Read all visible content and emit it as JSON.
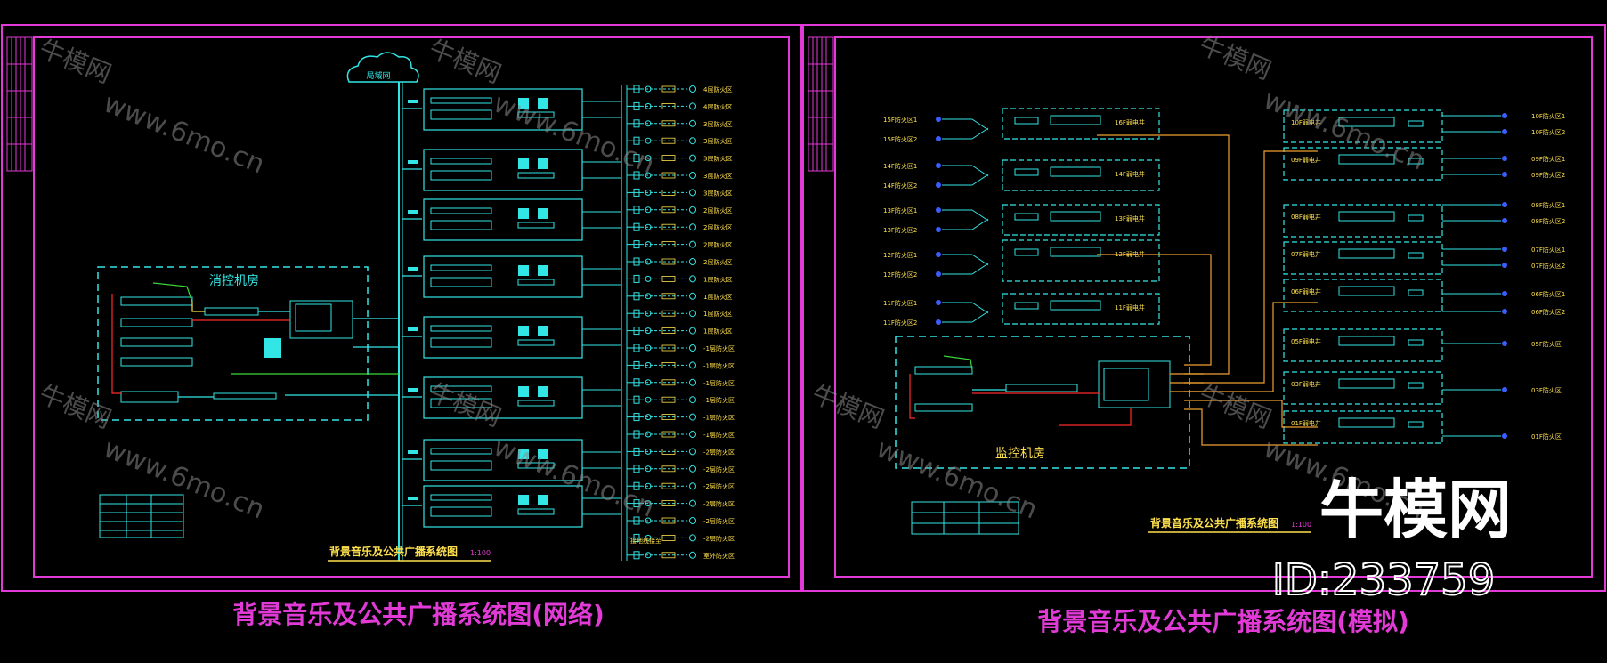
{
  "left_panel": {
    "caption": "背景音乐及公共广播系统图(网络)",
    "title_block": "背景音乐及公共广播系统图",
    "title_scale": "1:100",
    "cloud_label": "局域网",
    "control_room_label": "消控机房",
    "zone_labels": [
      "4层防火区",
      "4层防火区",
      "3层防火区",
      "3层防火区",
      "3层防火区",
      "3层防火区",
      "3层防火区",
      "2层防火区",
      "2层防火区",
      "2层防火区",
      "2层防火区",
      "1层防火区",
      "1层防火区",
      "1层防火区",
      "1层防火区",
      "-1层防火区",
      "-1层防火区",
      "-1层防火区",
      "-1层防火区",
      "-1层防火区",
      "-1层防火区",
      "-2层防火区",
      "-2层防火区",
      "-2层防火区",
      "-2层防火区",
      "-2层防火区",
      "-2层防火区",
      "室外防火区"
    ],
    "bottom_note": "接地线接至"
  },
  "right_panel": {
    "caption": "背景音乐及公共广播系统图(模拟)",
    "title_block": "背景音乐及公共广播系统图",
    "title_scale": "1:100",
    "control_room_label": "监控机房",
    "left_zones": [
      "15F防火区1",
      "15F防火区2",
      "14F防火区1",
      "14F防火区2",
      "13F防火区1",
      "13F防火区2",
      "12F防火区1",
      "12F防火区2",
      "11F防火区1",
      "11F防火区2"
    ],
    "left_shafts": [
      "16F弱电井",
      "14F弱电井",
      "13F弱电井",
      "12F弱电井",
      "11F弱电井"
    ],
    "right_shafts": [
      "10F弱电井",
      "09F弱电井",
      "08F弱电井",
      "07F弱电井",
      "06F弱电井",
      "05F弱电井",
      "03F弱电井",
      "01F弱电井"
    ],
    "right_zones": [
      "10F防火区1",
      "10F防火区2",
      "09F防火区1",
      "09F防火区2",
      "08F防火区1",
      "08F防火区2",
      "07F防火区1",
      "07F防火区2",
      "06F防火区1",
      "06F防火区2",
      "05F防火区",
      "03F防火区",
      "01F防火区"
    ]
  },
  "watermark": {
    "brand": "牛模网",
    "url": "www.6mo.cn"
  },
  "logo": {
    "brand": "牛模网",
    "id_text": "ID:233759"
  },
  "colors": {
    "background": "#000000",
    "frame": "#e23ad6",
    "cyan": "#33e6e6",
    "yellow": "#ffe14d",
    "orange": "#f0a030",
    "red": "#ff2a2a",
    "green": "#3ad93a"
  }
}
